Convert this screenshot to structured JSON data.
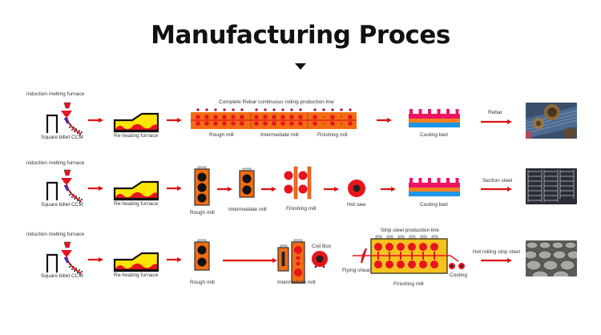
{
  "title": "Manufacturing Proces",
  "title_marker_icon": "triangle-down-icon",
  "colors": {
    "arrow": "#e01010",
    "mill_orange": "#f26c14",
    "roll_red": "#e8141e",
    "furnace_yellow": "#ffe600",
    "cooling_pink": "#ee1464",
    "cooling_orange": "#f58220",
    "cooling_blue": "#1e96e6",
    "strip_yellow": "#f6c21e"
  },
  "rows": [
    {
      "id": "rebar",
      "induction_label": "induction melting furnace",
      "ccm_label": "Square billet CCM",
      "reheat_label": "Re-heating furnace",
      "line_title": "Complete Rebar continuous rolling production line",
      "rough_label": "Rough mill",
      "intermediate_label": "Intermediate mill",
      "finishing_label": "Finishing mill",
      "cooling_label": "Cooling bed",
      "product_label": "Rebar",
      "product_photo": "rebar-bundles-photo"
    },
    {
      "id": "section",
      "induction_label": "induction melting furnace",
      "ccm_label": "Square billet CCM",
      "reheat_label": "Re-heating furnace",
      "rough_label": "Rough mill",
      "intermediate_label": "Intermediate mill",
      "finishing_label": "Finishing mill",
      "hotsaw_label": "Hot saw",
      "cooling_label": "Cooling bed",
      "product_label": "Section steel",
      "product_photo": "section-steel-photo"
    },
    {
      "id": "strip",
      "induction_label": "induction melting furnace",
      "ccm_label": "Square billet CCM",
      "reheat_label": "Re-heating furnace",
      "rough_label": "Rough mill",
      "intermediate_label": "Intermediate mill",
      "coilbox_label": "Coil Box",
      "line_title": "Strip steel production line",
      "flying_shear_label": "Flying shear",
      "finishing_label": "Finishing mill",
      "cooling_label": "Cooling",
      "product_label": "Hot rolling strip steel",
      "product_photo": "strip-coils-photo"
    }
  ]
}
